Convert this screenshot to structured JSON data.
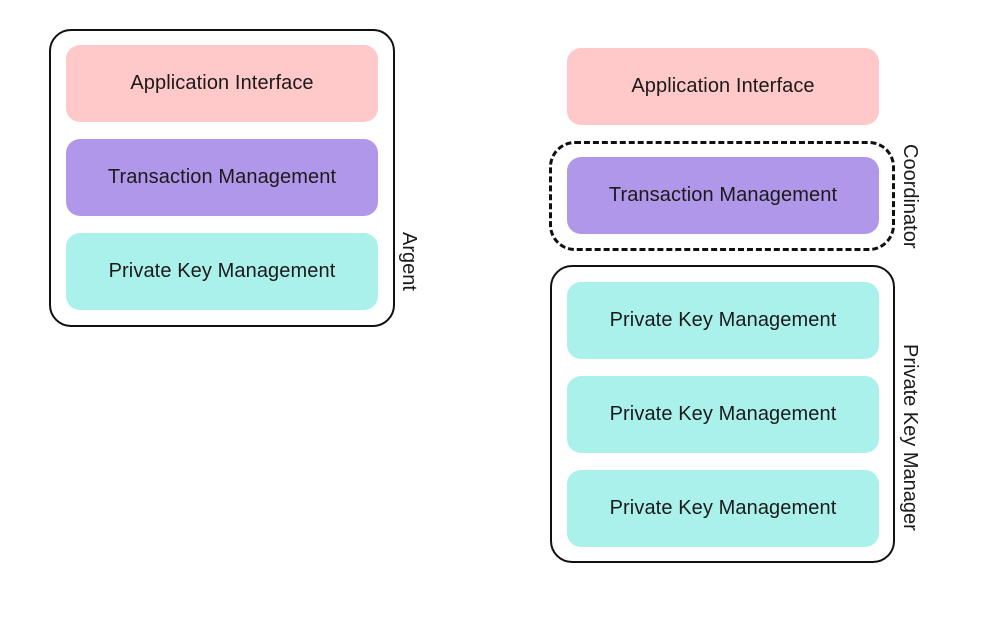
{
  "colors": {
    "application_interface": "#ffc9c9",
    "transaction_management": "#b197ea",
    "private_key_management": "#aaf1ec",
    "border": "#111111"
  },
  "left": {
    "group_label": "Argent",
    "blocks": [
      {
        "label": "Application Interface"
      },
      {
        "label": "Transaction Management"
      },
      {
        "label": "Private Key Management"
      }
    ]
  },
  "right": {
    "application_interface": {
      "label": "Application Interface"
    },
    "coordinator": {
      "group_label": "Coordinator",
      "block": {
        "label": "Transaction Management"
      }
    },
    "key_manager": {
      "group_label": "Private Key Manager",
      "blocks": [
        {
          "label": "Private Key Management"
        },
        {
          "label": "Private Key Management"
        },
        {
          "label": "Private Key Management"
        }
      ]
    }
  }
}
